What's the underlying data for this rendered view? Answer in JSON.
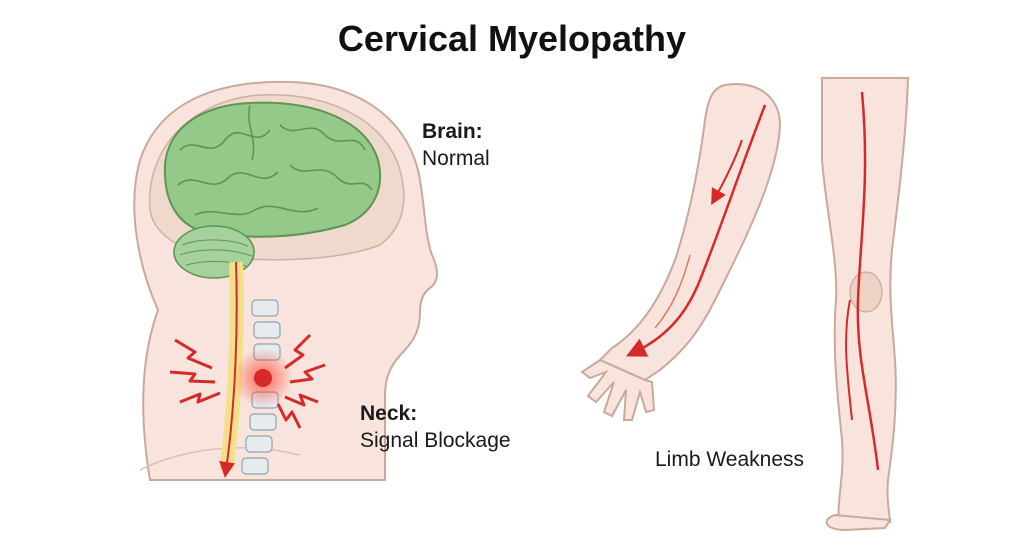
{
  "title": "Cervical Myelopathy",
  "labels": {
    "brain": {
      "heading": "Brain:",
      "text": "Normal"
    },
    "neck": {
      "heading": "Neck:",
      "text": "Signal Blockage"
    },
    "limb": {
      "text": "Limb Weakness"
    }
  },
  "colors": {
    "skin": "#f8e4dc",
    "skin_outline": "#c9a99c",
    "brain": "#94c98a",
    "spinal_cord": "#f4e08a",
    "nerve_signal": "#d62a2a",
    "vertebra": "#e6ebee"
  },
  "icons": [
    "brain-illustration",
    "spine-illustration",
    "compression-spark-icon",
    "arm-illustration",
    "leg-illustration",
    "signal-arrow-icon"
  ]
}
